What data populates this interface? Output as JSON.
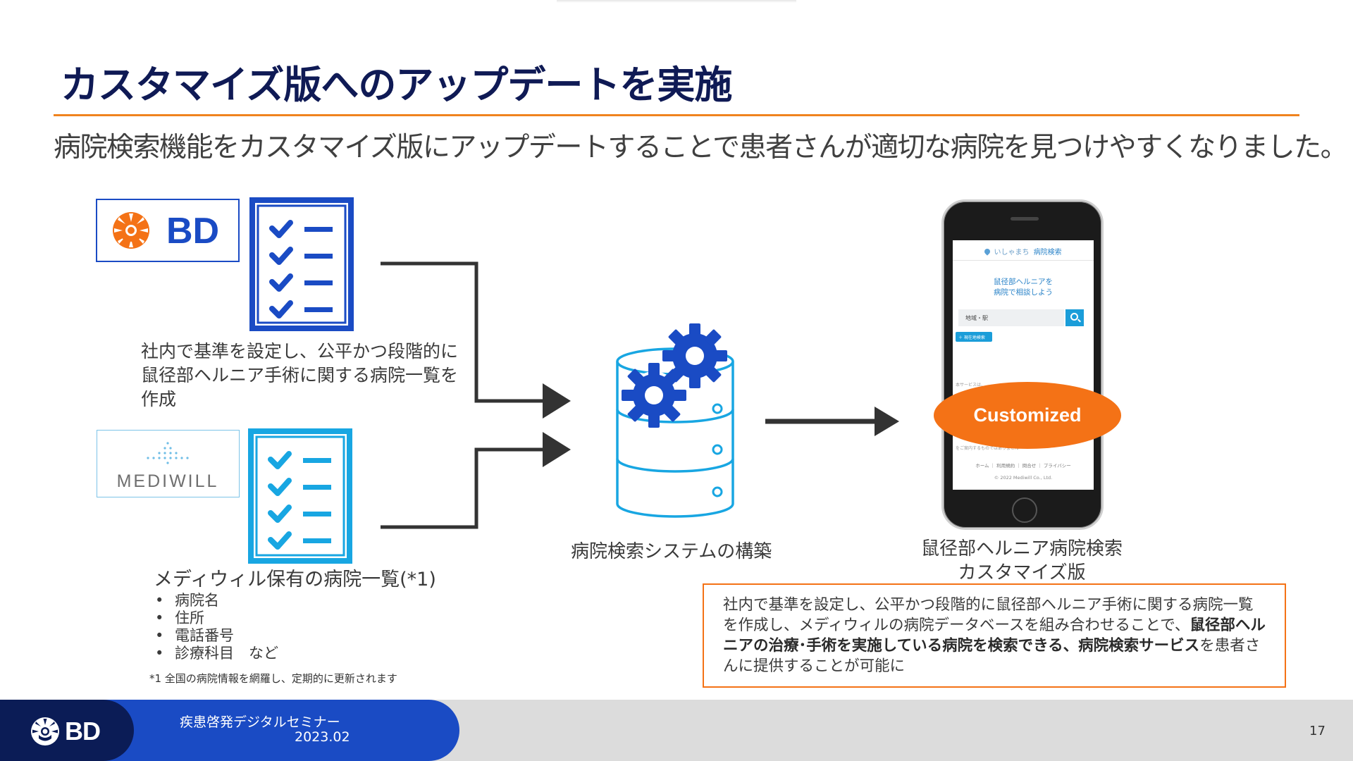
{
  "slide": {
    "title": "カスタマイズ版へのアップデートを実施",
    "subtitle": "病院検索機能をカスタマイズ版にアップデートすることで患者さんが適切な病院を見つけやすくなりました。"
  },
  "logos": {
    "bd_logo_text": "BD",
    "mediwill_logo_text": "MEDIWILL"
  },
  "bd_caption": "社内で基準を設定し、公平かつ段階的に鼠径部ヘルニア手術に関する病院一覧を作成",
  "mediwill": {
    "caption": "メディウィル保有の病院一覧(*1)",
    "items": [
      "病院名",
      "住所",
      "電話番号",
      "診療科目　など"
    ],
    "footnote": "*1 全国の病院情報を網羅し、定期的に更新されます"
  },
  "database_caption": "病院検索システムの構築",
  "phone": {
    "brand": "いしゃまち",
    "site_title": "病院検索",
    "tagline_line1": "鼠径部ヘルニアを",
    "tagline_line2": "病院で相談しよう",
    "search_placeholder": "地域・駅",
    "location_button": "現在地検索",
    "faint_text_1": "本サービスは、...",
    "faint_text_2": "をご案内するものではありません",
    "footer_links": "ホーム ｜ 利用規約 ｜ 問合せ ｜ プライバシー",
    "copyright": "© 2022 Mediwill Co., Ltd."
  },
  "badge": "Customized",
  "phone_caption_line1": "鼠径部ヘルニア病院検索",
  "phone_caption_line2": "カスタマイズ版",
  "callout": {
    "text_plain_1": "社内で基準を設定し、公平かつ段階的に鼠径部ヘルニア手術に関する病院一覧を作成し、メディウィルの病院データベースを組み合わせることで、",
    "text_bold": "鼠径部ヘルニアの治療･手術を実施している病院を検索できる、病院検索サービス",
    "text_plain_2": "を患者さんに提供することが可能に"
  },
  "footer": {
    "logo_text": "BD",
    "seminar_name": "疾患啓発デジタルセミナー",
    "seminar_date": "2023.02",
    "page_number": "17"
  },
  "colors": {
    "title_navy": "#0f1a55",
    "accent_orange": "#f47216",
    "bd_blue": "#1a4bc4",
    "mediwill_blue": "#18a6e2",
    "footer_dark": "#0b1c56"
  }
}
